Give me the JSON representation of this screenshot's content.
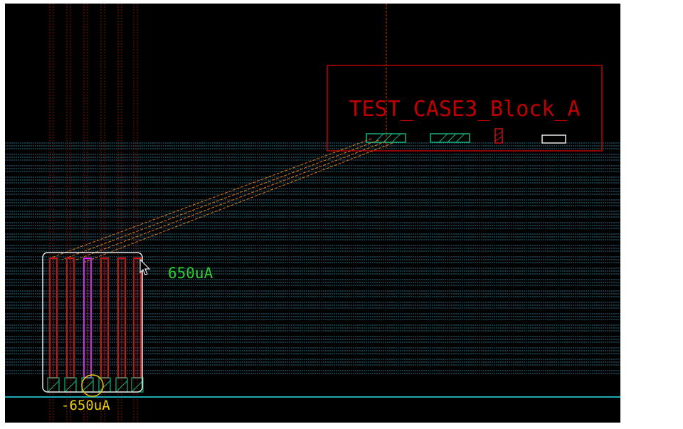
{
  "colors": {
    "background": "#000000",
    "page": "#ffffff",
    "block_outline": "#c00000",
    "track_dashed": "#2f7f9a",
    "power_rail": "#1fa8b4",
    "pin_red": "#d01010",
    "pin_magenta": "#e020e0",
    "wire_orange": "#e07a1a",
    "selection": "#e8e8e8",
    "label_green": "#2ecc2e",
    "label_yellow": "#e8d000",
    "pin_hatch_green": "#19b07a"
  },
  "block": {
    "name": "TEST_CASE3_Block_A"
  },
  "annotations": {
    "current_positive": "650uA",
    "current_negative": "-650uA"
  },
  "icons": {
    "cursor": "mouse-pointer-icon",
    "probe": "probe-circle-icon"
  }
}
